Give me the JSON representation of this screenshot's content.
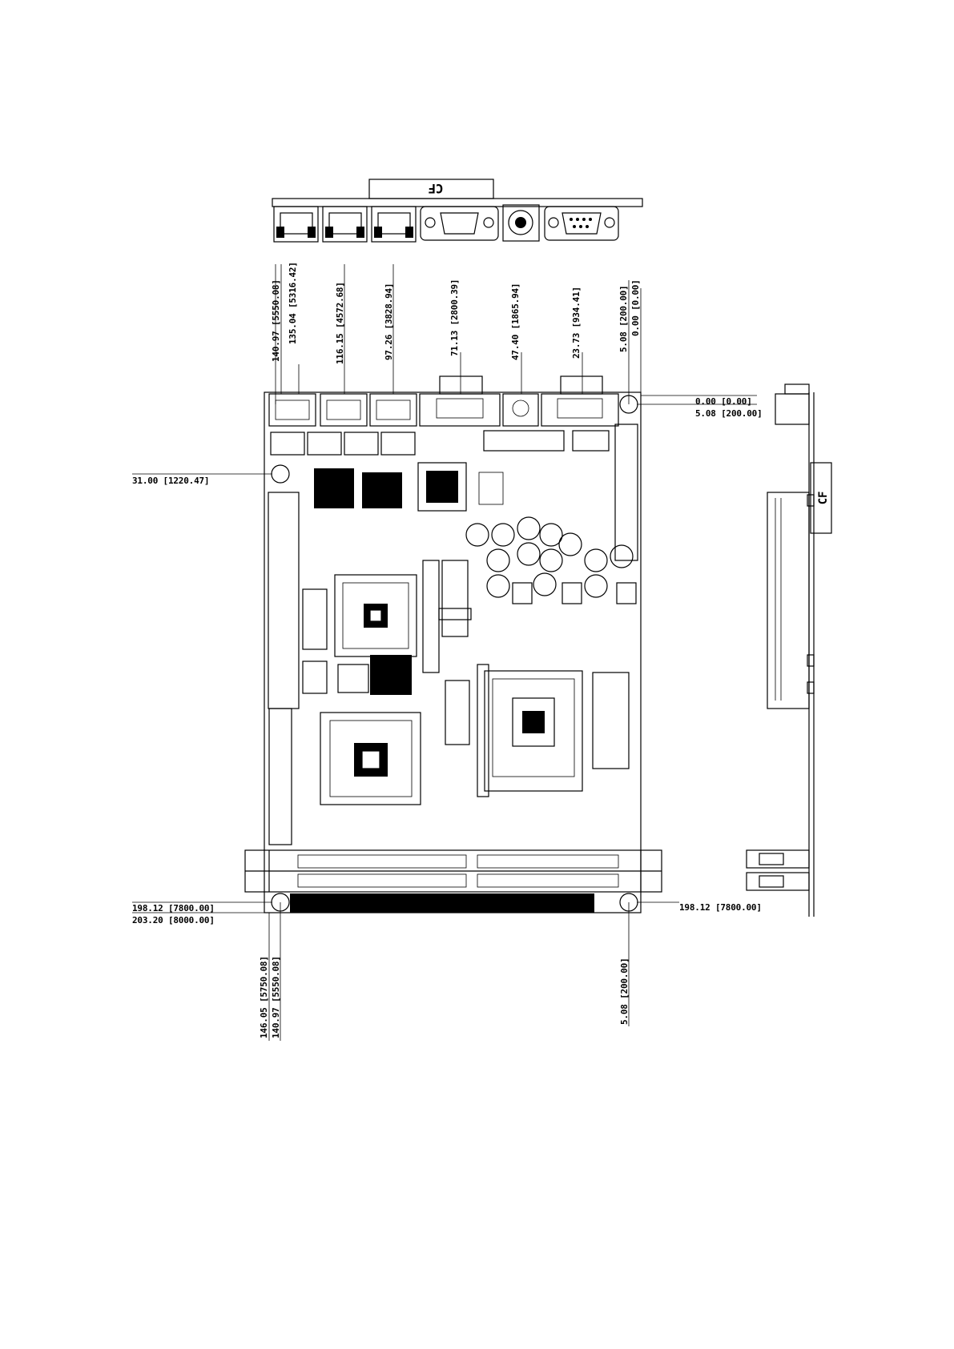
{
  "labels": {
    "connector_cf_top": "CF",
    "connector_cf_side": "CF"
  },
  "dimensions": {
    "top": [
      "140.97 [5550.08]",
      "135.04 [5316.42]",
      "116.15 [4572.68]",
      "97.26 [3828.94]",
      "71.13 [2800.39]",
      "47.40 [1865.94]",
      "23.73 [934.41]",
      "5.08 [200.00]",
      "0.00 [0.00]"
    ],
    "right": [
      "0.00 [0.00]",
      "5.08 [200.00]",
      "198.12 [7800.00]"
    ],
    "left": [
      "31.00 [1220.47]",
      "198.12 [7800.00]",
      "203.20 [8000.00]"
    ],
    "bottom": [
      "146.05 [5750.08]",
      "140.97 [5550.08]",
      "5.08 [200.00]"
    ]
  }
}
